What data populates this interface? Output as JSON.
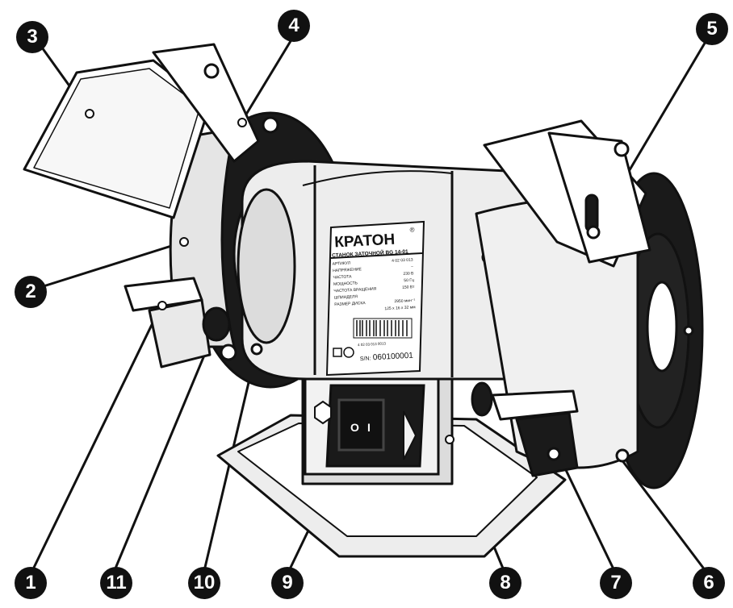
{
  "callouts": {
    "c1": "1",
    "c2": "2",
    "c3": "3",
    "c4": "4",
    "c5": "5",
    "c6": "6",
    "c7": "7",
    "c8": "8",
    "c9": "9",
    "c10": "10",
    "c11": "11"
  },
  "label": {
    "brand": "КРАТОН",
    "registered": "®",
    "model": "СТАНОК ЗАТОЧНОЙ BG 14-01",
    "rows": [
      {
        "name": "АРТИКУЛ",
        "value": "4 02 03 013"
      },
      {
        "name": "НАПРЯЖЕНИЕ",
        "value": "~"
      },
      {
        "name": "ЧАСТОТА",
        "value": "230 В"
      },
      {
        "name": "МОЩНОСТЬ",
        "value": "50 Гц"
      },
      {
        "name": "ЧАСТОТА ВРАЩЕНИЯ",
        "value": "150 Вт"
      },
      {
        "name": "ШПИНДЕЛЯ",
        "value": ""
      },
      {
        "name": "РАЗМЕР ДИСКА",
        "value": "2950 мин⁻¹"
      },
      {
        "name": "",
        "value": "125 x 16 x 32 мм"
      }
    ],
    "barcode_digits": "4 02 03 013 0013",
    "serial_prefix": "S/N:",
    "serial": "060100001"
  },
  "switch": {
    "on": "I",
    "off": "O"
  },
  "colors": {
    "outline": "#111111",
    "light": "#ededed",
    "mid": "#cfcfcf",
    "dark": "#1a1a1a"
  }
}
